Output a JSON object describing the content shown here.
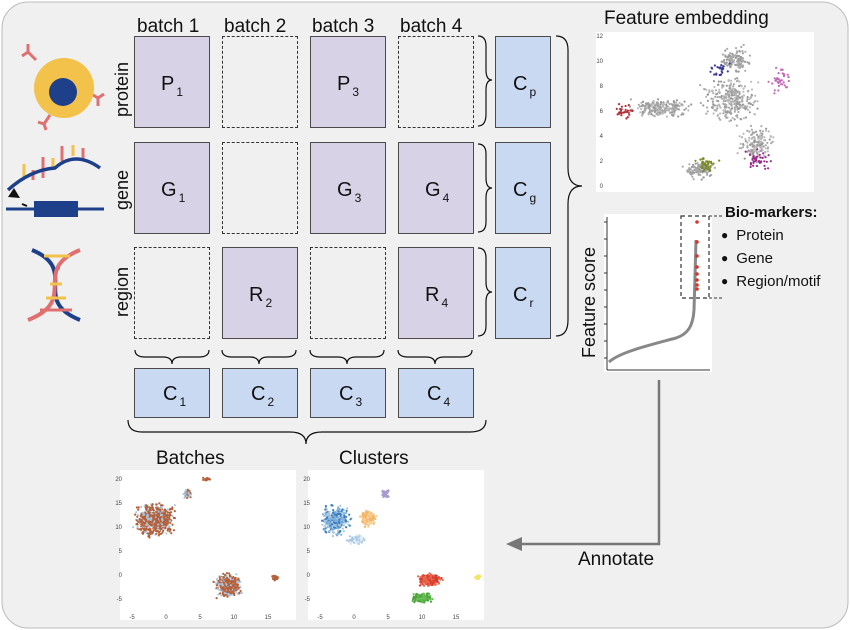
{
  "columns": [
    "batch 1",
    "batch 2",
    "batch 3",
    "batch 4"
  ],
  "rows": [
    {
      "label": "protein",
      "cells": [
        {
          "base": "P",
          "sub": "1"
        },
        null,
        {
          "base": "P",
          "sub": "3"
        },
        null
      ],
      "comp": {
        "base": "C",
        "sub": "p"
      }
    },
    {
      "label": "gene",
      "cells": [
        {
          "base": "G",
          "sub": "1"
        },
        null,
        {
          "base": "G",
          "sub": "3"
        },
        {
          "base": "G",
          "sub": "4"
        }
      ],
      "comp": {
        "base": "C",
        "sub": "g"
      }
    },
    {
      "label": "region",
      "cells": [
        null,
        {
          "base": "R",
          "sub": "2"
        },
        null,
        {
          "base": "R",
          "sub": "4"
        }
      ],
      "comp": {
        "base": "C",
        "sub": "r"
      }
    }
  ],
  "batch_comps": [
    {
      "base": "C",
      "sub": "1"
    },
    {
      "base": "C",
      "sub": "2"
    },
    {
      "base": "C",
      "sub": "3"
    },
    {
      "base": "C",
      "sub": "4"
    }
  ],
  "feature_embedding": {
    "title": "Feature embedding",
    "yticks": [
      "12",
      "10",
      "8",
      "6",
      "4",
      "2",
      "0"
    ]
  },
  "feature_score": {
    "ylabel": "Feature score"
  },
  "biomarkers": {
    "title": "Bio-markers:",
    "items": [
      "Protein",
      "Gene",
      "Region/motif"
    ]
  },
  "umaps": {
    "batches_title": "Batches",
    "clusters_title": "Clusters",
    "yticks": [
      "20",
      "15",
      "10",
      "5",
      "0",
      "-5"
    ],
    "xticks": [
      "-5",
      "0",
      "5",
      "10",
      "15"
    ]
  },
  "annotate_label": "Annotate",
  "colors": {
    "modality": "#d8d2e6",
    "component": "#c9d9f2",
    "panel": "#f0f0f0",
    "batch_dark": "#b5603a",
    "batch_light": "#a9c8e0",
    "cluster_blue": "#3a7cc0",
    "cluster_orange": "#f4b66a",
    "cluster_red": "#d83a2e",
    "cluster_green": "#4aa33b",
    "cluster_purple": "#a99bd0",
    "cluster_yellow": "#f2e66a"
  }
}
